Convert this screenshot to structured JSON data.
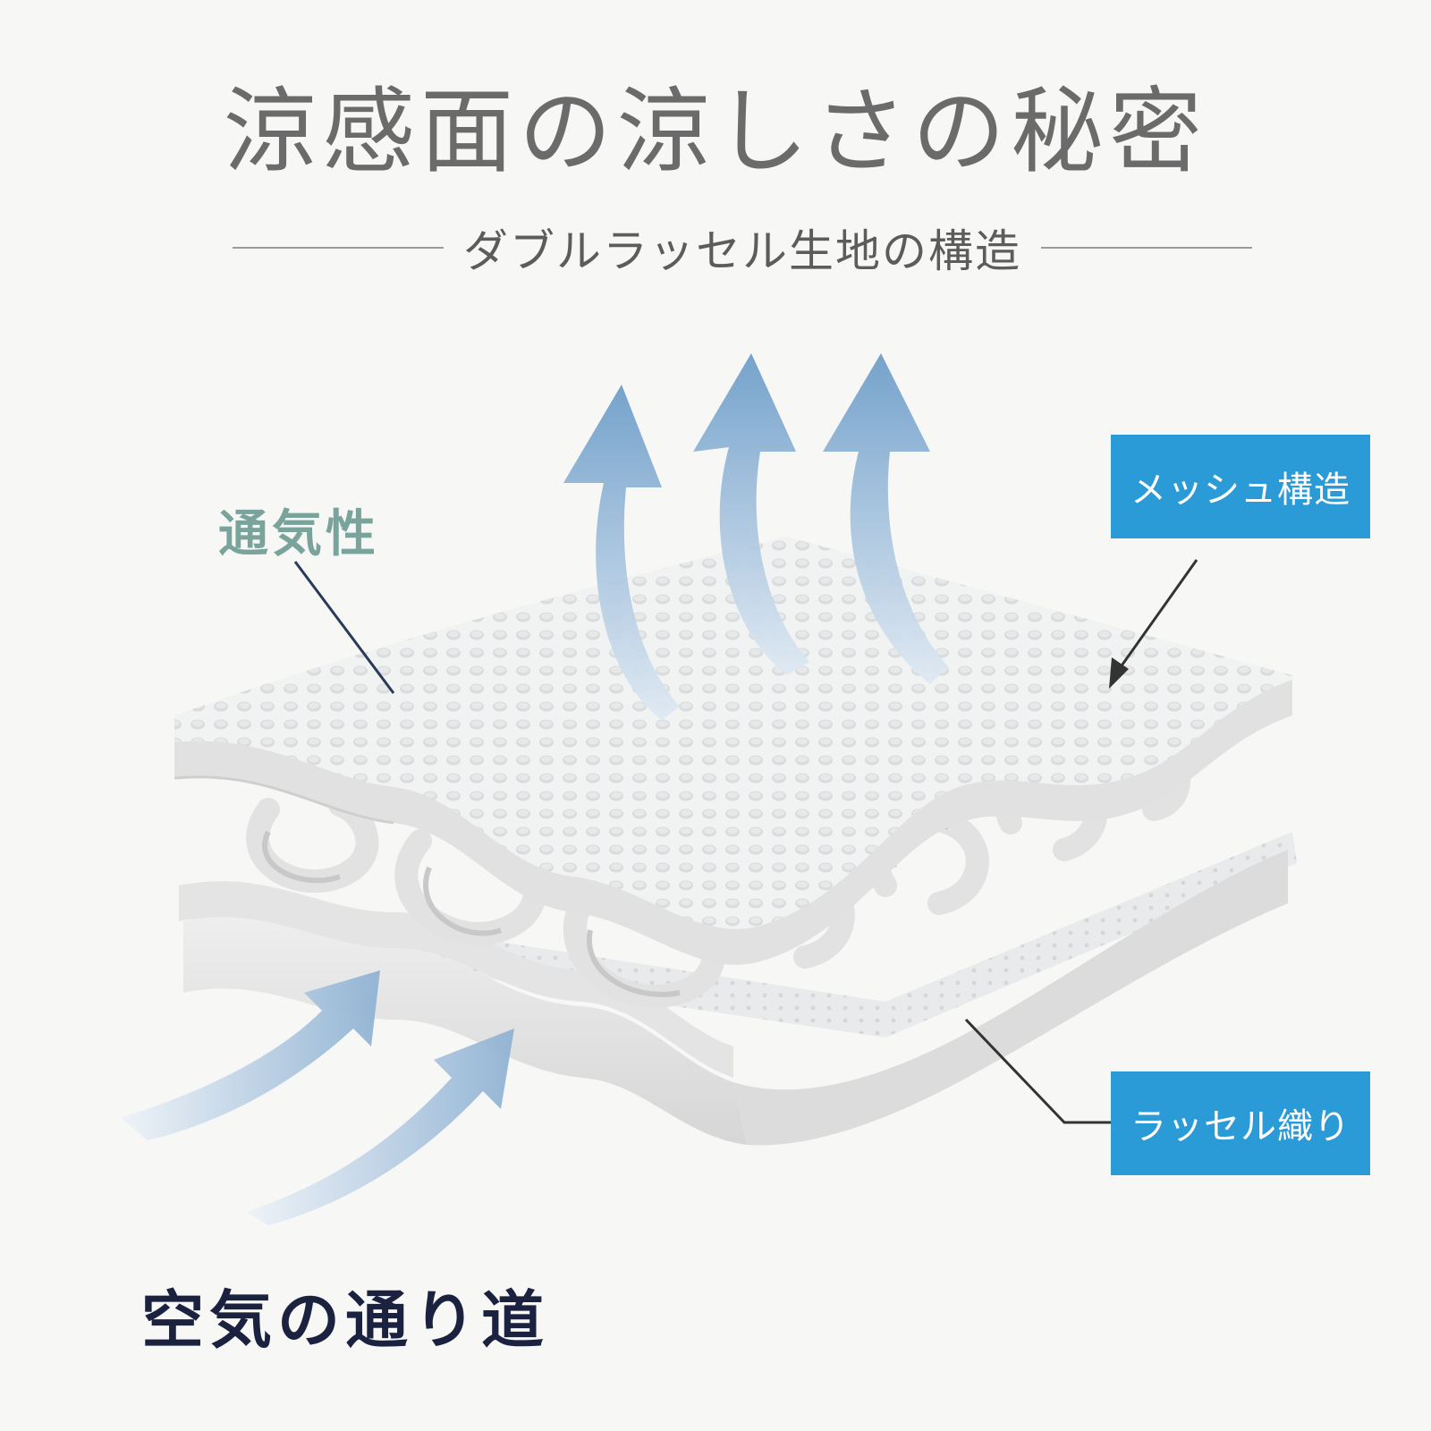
{
  "title": "涼感面の涼しさの秘密",
  "subtitle": "ダブルラッセル生地の構造",
  "labels": {
    "breathability": "通気性",
    "air_path": "空気の通り道",
    "mesh_structure": "メッシュ構造",
    "raschel_weave": "ラッセル織り"
  },
  "colors": {
    "title": "#6b6b6b",
    "breathability": "#7aa49b",
    "air_path": "#1a2240",
    "tag_background": "#2b9bd8",
    "arrow": "#6c9cc8"
  }
}
